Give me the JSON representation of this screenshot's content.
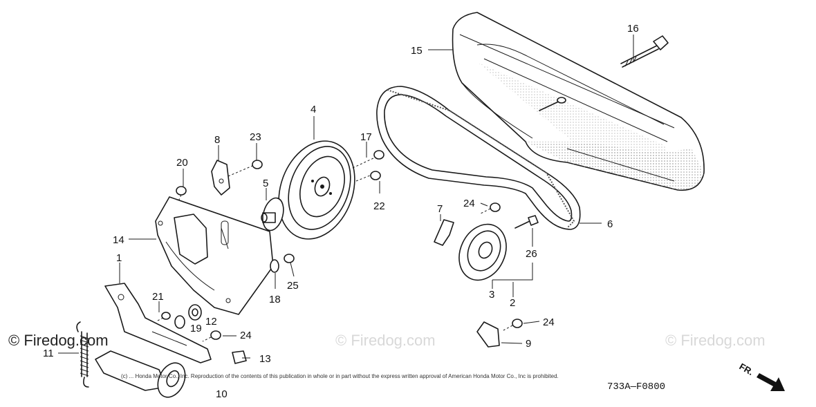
{
  "callouts": {
    "p1": "1",
    "p2": "2",
    "p3": "3",
    "p4": "4",
    "p5": "5",
    "p6": "6",
    "p7": "7",
    "p8": "8",
    "p9": "9",
    "p10": "10",
    "p11": "11",
    "p12": "12",
    "p13": "13",
    "p14": "14",
    "p15": "15",
    "p16": "16",
    "p17": "17",
    "p18": "18",
    "p19": "19",
    "p20": "20",
    "p21": "21",
    "p22": "22",
    "p23": "23",
    "p24a": "24",
    "p24b": "24",
    "p24c": "24",
    "p25": "25",
    "p26": "26"
  },
  "watermarks": {
    "main": "© Firedog.com",
    "center": "© Firedog.com",
    "right": "© Firedog.com"
  },
  "copyright_notice": "(c) ... Honda Motor Co., Inc. Reproduction of the contents of this publication in whole or in part without the express written approval of American Honda Motor Co., Inc is prohibited.",
  "diagram_code": "733A—F0800",
  "direction_marker": "FR.",
  "colors": {
    "line": "#1a1a1a",
    "watermark": "#d8d8d8"
  }
}
